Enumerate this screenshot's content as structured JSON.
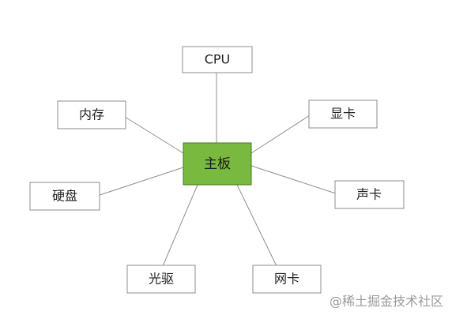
{
  "diagram": {
    "center": {
      "label": "主板",
      "fill": "#79b93f"
    },
    "nodes": [
      {
        "id": "cpu",
        "label": "CPU"
      },
      {
        "id": "memory",
        "label": "内存"
      },
      {
        "id": "gpu",
        "label": "显卡"
      },
      {
        "id": "disk",
        "label": "硬盘"
      },
      {
        "id": "sound",
        "label": "声卡"
      },
      {
        "id": "optical",
        "label": "光驱"
      },
      {
        "id": "network",
        "label": "网卡"
      }
    ]
  },
  "watermark": "@稀土掘金技术社区"
}
